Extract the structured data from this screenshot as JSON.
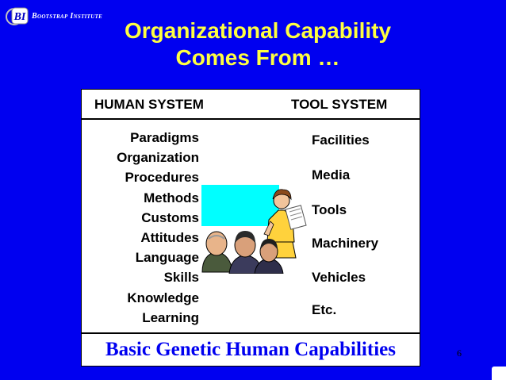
{
  "logo": {
    "text": "Bootstrap Institute"
  },
  "slide": {
    "title_line1": "Organizational Capability",
    "title_line2": "Comes From …",
    "human_header": "HUMAN SYSTEM",
    "tool_header": "TOOL SYSTEM",
    "human_items": [
      "Paradigms",
      "Organization",
      "Procedures",
      "Methods",
      "Customs",
      "Attitudes",
      "Language",
      "Skills",
      "Knowledge",
      "Learning"
    ],
    "tool_items": [
      "Facilities",
      "Media",
      "Tools",
      "Machinery",
      "Vehicles",
      "Etc."
    ],
    "footer": "Basic Genetic Human Capabilities",
    "page_number": "6"
  },
  "colors": {
    "background": "#0000f0",
    "title": "#ffff40",
    "panel": "#ffffff",
    "footer_text": "#0000f0",
    "board": "#00ffff"
  },
  "icons": {
    "logo": "bi-logo-icon",
    "illustration": "presenter-with-audience-clipart"
  }
}
